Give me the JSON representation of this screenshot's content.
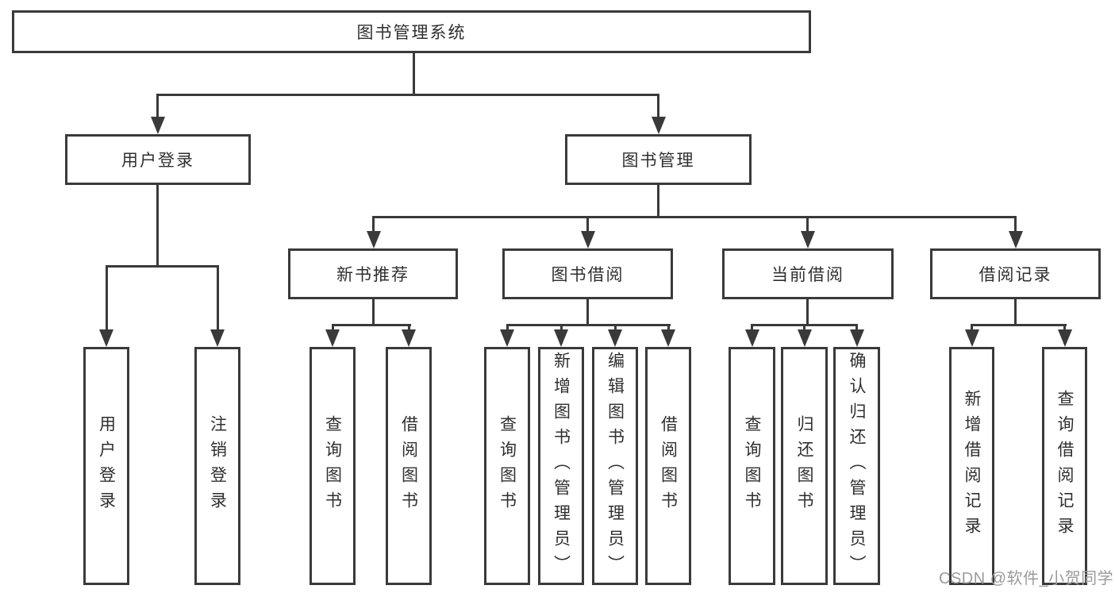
{
  "colors": {
    "line": "#3a3a3a",
    "text": "#2f2f2f",
    "watermark": "#9b9b9b",
    "background": "#ffffff"
  },
  "root": {
    "label": "图书管理系统"
  },
  "level2": {
    "user_login": {
      "label": "用户登录"
    },
    "book_mgmt": {
      "label": "图书管理"
    }
  },
  "level3": {
    "new_books": {
      "label": "新书推荐"
    },
    "borrow": {
      "label": "图书借阅"
    },
    "current": {
      "label": "当前借阅"
    },
    "records": {
      "label": "借阅记录"
    }
  },
  "leaves": {
    "user_login": [
      "用户登录",
      "注销登录"
    ],
    "new_books": [
      "查询图书",
      "借阅图书"
    ],
    "borrow": [
      "查询图书",
      "新增图书（管理员）",
      "编辑图书（管理员）",
      "借阅图书"
    ],
    "current": [
      "查询图书",
      "归还图书",
      "确认归还（管理员）"
    ],
    "records": [
      "新增借阅记录",
      "查询借阅记录"
    ]
  },
  "watermark": "CSDN @软件_小贺同学"
}
